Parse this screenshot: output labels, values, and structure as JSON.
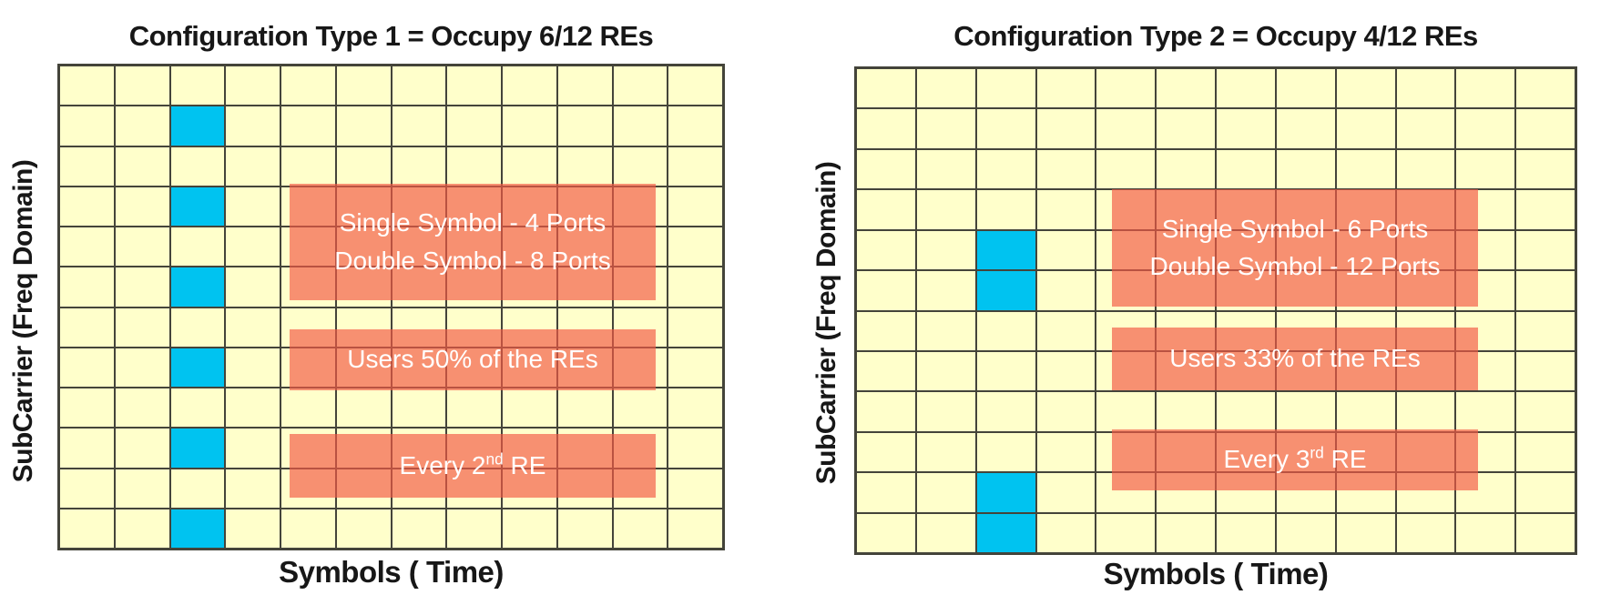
{
  "colors": {
    "background": "#ffffff",
    "cell_fill": "#ffffcb",
    "grid_line": "#44443a",
    "occupied_cell": "#00c3f0",
    "annotation_fill_rgba": "rgba(243,90,68,0.67)",
    "annotation_text": "#ffffff",
    "label_text": "#171717"
  },
  "panels": [
    {
      "title": "Configuration Type 1 = Occupy 6/12 REs",
      "y_axis_label": "SubCarrier (Freq Domain)",
      "x_axis_label": "Symbols ( Time)",
      "grid": {
        "rows": 12,
        "cols": 12,
        "occupied_column": 3,
        "occupied_rows": [
          2,
          4,
          6,
          8,
          10,
          12
        ]
      },
      "annotations": [
        {
          "lines": [
            "Single Symbol - 4 Ports",
            "Double Symbol - 8 Ports"
          ]
        },
        {
          "lines": [
            "Users 50% of the REs"
          ]
        },
        {
          "prefix": "Every 2",
          "sup": "nd",
          "suffix": " RE"
        }
      ]
    },
    {
      "title": "Configuration Type 2 = Occupy 4/12 REs",
      "y_axis_label": "SubCarrier (Freq Domain)",
      "x_axis_label": "Symbols ( Time)",
      "grid": {
        "rows": 12,
        "cols": 12,
        "occupied_column": 3,
        "occupied_rows": [
          5,
          6,
          11,
          12
        ]
      },
      "annotations": [
        {
          "lines": [
            "Single Symbol - 6 Ports",
            "Double Symbol - 12 Ports"
          ]
        },
        {
          "lines": [
            "Users 33% of the REs"
          ]
        },
        {
          "prefix": "Every 3",
          "sup": "rd",
          "suffix": " RE"
        }
      ]
    }
  ]
}
